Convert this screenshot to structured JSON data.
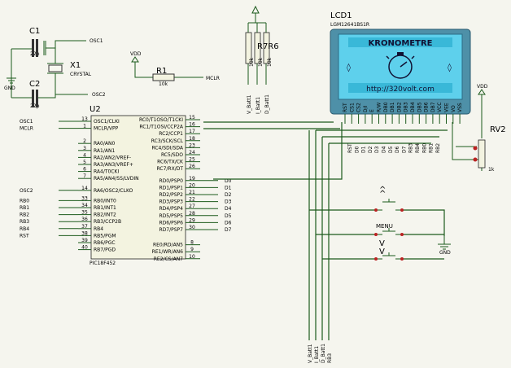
{
  "crystal": {
    "c1_label": "C1",
    "c1_value": "22p",
    "c2_label": "C2",
    "c2_value": "22p",
    "x1_label": "X1",
    "x1_value": "CRYSTAL",
    "osc1_net": "OSC1",
    "osc2_net": "OSC2",
    "gnd_label": "GND"
  },
  "reset": {
    "vdd_label": "VDD",
    "r1_label": "R1",
    "r1_value": "10k",
    "mclr_net": "MCLR"
  },
  "rpack": {
    "label": "R7R6",
    "nets": [
      "V_Batt1",
      "I_Batt1",
      "D_Batt1"
    ],
    "vals": [
      "10k",
      "10k",
      "10k"
    ]
  },
  "lcd": {
    "ref": "LCD1",
    "part": "LGM12641BS1R",
    "title": "KRONOMETRE",
    "url": "http://320volt.com",
    "left_arrow": "◊",
    "right_arrow": "◊",
    "pins_top": [
      "RST",
      "CS1",
      "CS2",
      "D/I",
      "E",
      "R/W",
      "DB0",
      "DB1",
      "DB2",
      "DB3",
      "DB4",
      "DB5",
      "DB6",
      "DB7",
      "VCC",
      "VEE",
      "VO",
      "VSS"
    ],
    "pin_nets": [
      "RST",
      "D0",
      "D1",
      "D2",
      "D3",
      "D4",
      "D5",
      "D6",
      "D7",
      "RB3",
      "RB4",
      "RB0",
      "RB1",
      "RB2"
    ]
  },
  "rv2": {
    "label": "RV2",
    "vdd": "VDD",
    "value": "1k"
  },
  "mcu": {
    "ref": "U2",
    "part": "PIC18F452",
    "left_pins": [
      {
        "n": "13",
        "name": "OSC1/CLKI",
        "net": "OSC1"
      },
      {
        "n": "1",
        "name": "MCLR/VPP",
        "net": "MCLR"
      },
      {
        "n": "2",
        "name": "RA0/AN0",
        "net": ""
      },
      {
        "n": "3",
        "name": "RA1/AN1",
        "net": ""
      },
      {
        "n": "4",
        "name": "RA2/AN2/VREF-",
        "net": ""
      },
      {
        "n": "5",
        "name": "RA3/AN3/VREF+",
        "net": ""
      },
      {
        "n": "6",
        "name": "RA4/T0CKI",
        "net": ""
      },
      {
        "n": "7",
        "name": "RA5/AN4/SS/LVDIN",
        "net": ""
      },
      {
        "n": "14",
        "name": "RA6/OSC2/CLKO",
        "net": "OSC2"
      },
      {
        "n": "33",
        "name": "RB0/INT0",
        "net": "RB0"
      },
      {
        "n": "34",
        "name": "RB1/INT1",
        "net": "RB1"
      },
      {
        "n": "35",
        "name": "RB2/INT2",
        "net": "RB2"
      },
      {
        "n": "36",
        "name": "RB3/CCP2B",
        "net": "RB3"
      },
      {
        "n": "37",
        "name": "RB4",
        "net": "RB4"
      },
      {
        "n": "38",
        "name": "RB5/PGM",
        "net": "RST"
      },
      {
        "n": "39",
        "name": "RB6/PGC",
        "net": ""
      },
      {
        "n": "40",
        "name": "RB7/PGD",
        "net": ""
      }
    ],
    "right_pins": [
      {
        "n": "15",
        "name": "RC0/T1OSO/T1CKI",
        "net": ""
      },
      {
        "n": "16",
        "name": "RC1/T1OSI/CCP2A",
        "net": ""
      },
      {
        "n": "17",
        "name": "RC2/CCP1",
        "net": ""
      },
      {
        "n": "18",
        "name": "RC3/SCK/SCL",
        "net": ""
      },
      {
        "n": "23",
        "name": "RC4/SDI/SDA",
        "net": ""
      },
      {
        "n": "24",
        "name": "RC5/SDO",
        "net": ""
      },
      {
        "n": "25",
        "name": "RC6/TX/CK",
        "net": ""
      },
      {
        "n": "26",
        "name": "RC7/RX/DT",
        "net": ""
      },
      {
        "n": "19",
        "name": "RD0/PSP0",
        "net": "D0"
      },
      {
        "n": "20",
        "name": "RD1/PSP1",
        "net": "D1"
      },
      {
        "n": "21",
        "name": "RD2/PSP2",
        "net": "D2"
      },
      {
        "n": "22",
        "name": "RD3/PSP3",
        "net": "D3"
      },
      {
        "n": "27",
        "name": "RD4/PSP4",
        "net": "D4"
      },
      {
        "n": "28",
        "name": "RD5/PSP5",
        "net": "D5"
      },
      {
        "n": "29",
        "name": "RD6/PSP6",
        "net": "D6"
      },
      {
        "n": "30",
        "name": "RD7/PSP7",
        "net": "D7"
      },
      {
        "n": "8",
        "name": "RE0/RD/AN5",
        "net": ""
      },
      {
        "n": "9",
        "name": "RE1/WR/AN6",
        "net": ""
      },
      {
        "n": "10",
        "name": "RE2/CS/AN7",
        "net": ""
      }
    ]
  },
  "buttons": {
    "up": "^",
    "menu": "MENU",
    "down": "V",
    "up2": "^",
    "down2": "V",
    "gnd": "GND"
  },
  "bottom_nets": [
    "V_Batt1",
    "I_Batt1",
    "D_Batt1",
    "RB3"
  ]
}
